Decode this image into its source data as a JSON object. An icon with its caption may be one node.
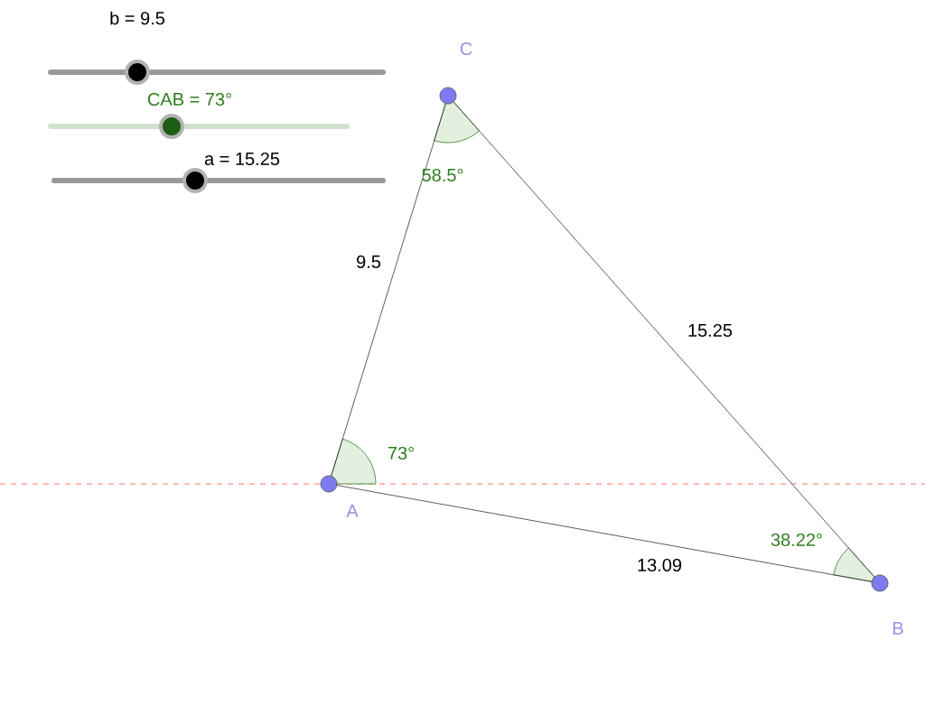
{
  "diagram": {
    "nodes": [
      {
        "text": [],
        "shape": "circle",
        "beside": [
          "C"
        ]
      },
      {
        "text": [],
        "shape": "circle",
        "beside": [
          "A"
        ]
      },
      {
        "text": [],
        "shape": "circle",
        "beside": [
          "B"
        ]
      }
    ],
    "edges": [
      {
        "from": 1,
        "to": 0,
        "arrow": "none",
        "label": "9.5"
      },
      {
        "from": 0,
        "to": 2,
        "arrow": "none",
        "label": "15.25"
      },
      {
        "from": 1,
        "to": 2,
        "arrow": "none",
        "label": "13.09"
      }
    ],
    "labels": [
      "b = 9.5",
      "CAB = 73°",
      "a = 15.25",
      "58.5°",
      "73°",
      "38.22°"
    ]
  }
}
